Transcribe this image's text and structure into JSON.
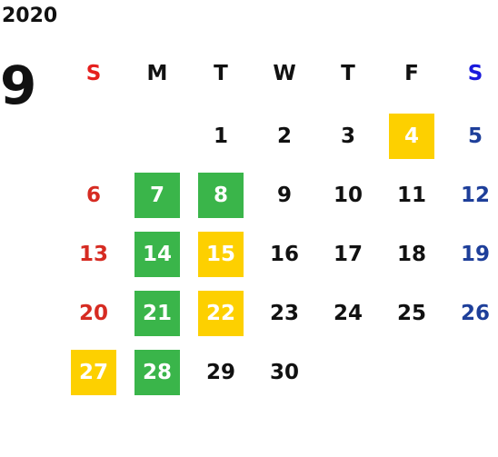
{
  "calendar": {
    "year": "2020",
    "month": "9",
    "weekdays": [
      "S",
      "M",
      "T",
      "W",
      "T",
      "F",
      "S"
    ],
    "weeks": [
      [
        "",
        "",
        "1",
        "2",
        "3",
        "4",
        "5"
      ],
      [
        "6",
        "7",
        "8",
        "9",
        "10",
        "11",
        "12"
      ],
      [
        "13",
        "14",
        "15",
        "16",
        "17",
        "18",
        "19"
      ],
      [
        "20",
        "21",
        "22",
        "23",
        "24",
        "25",
        "26"
      ],
      [
        "27",
        "28",
        "29",
        "30",
        "",
        "",
        ""
      ]
    ],
    "highlights": {
      "4": "yellow",
      "7": "green",
      "8": "green",
      "14": "green",
      "15": "yellow",
      "21": "green",
      "22": "yellow",
      "27": "yellow",
      "28": "green"
    }
  },
  "colors": {
    "sunday_header": "#e5201e",
    "saturday_header": "#1a1adc",
    "sunday_day": "#d62b22",
    "saturday_day": "#1e3f9a",
    "default_text": "#111111",
    "highlight_text": "#ffffff",
    "green": "#3ab54a",
    "yellow": "#fdd000"
  }
}
